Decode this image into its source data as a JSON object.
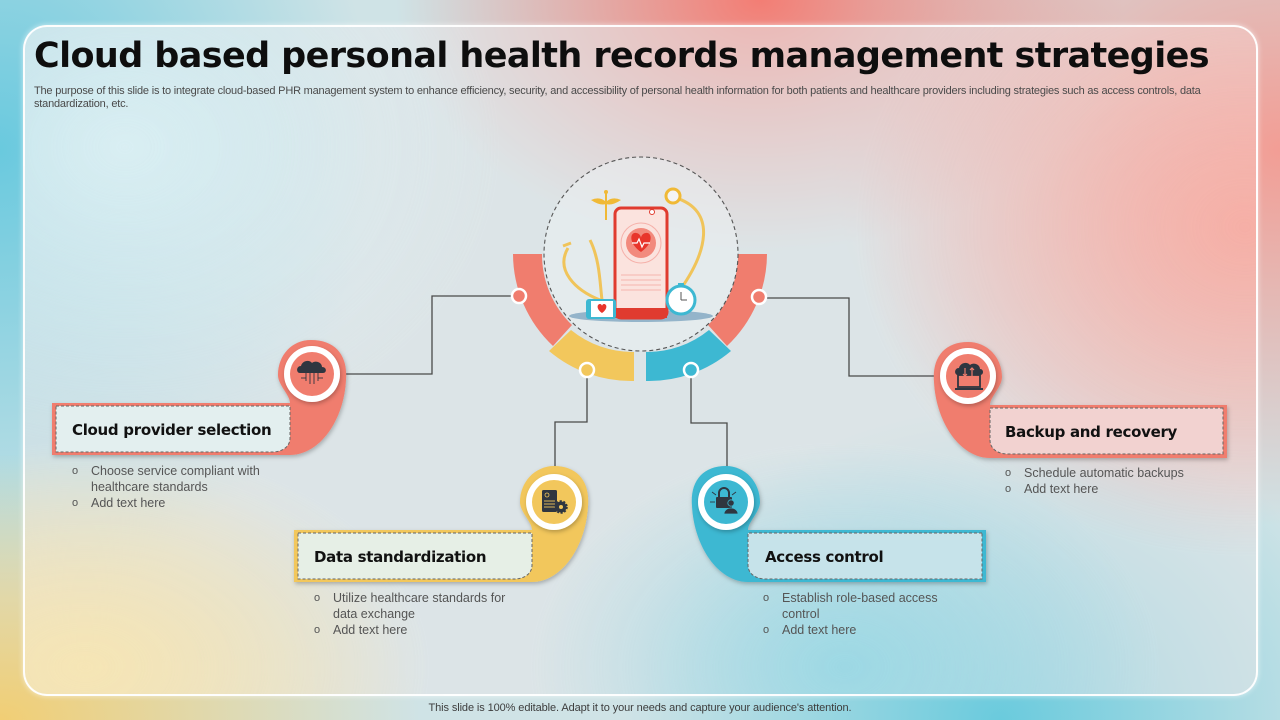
{
  "slide": {
    "title": "Cloud based personal health records management strategies",
    "subtitle": "The purpose of this slide is to integrate cloud-based PHR management system to enhance efficiency, security, and accessibility of personal health information for both patients and healthcare providers including strategies such as access controls, data standardization, etc.",
    "footer": "This slide is 100% editable. Adapt it to your needs and capture your audience's attention."
  },
  "colors": {
    "coral": "#F07D6E",
    "yellow": "#F2C75C",
    "teal": "#3DB8D2",
    "icon_dark": "#2f3640",
    "line": "#4a4a4a"
  },
  "center": {
    "icon": "smartphone-health-app-illustration",
    "elements": [
      "caduceus-icon",
      "stethoscope-icon",
      "heart-rate-icon",
      "alarm-clock-icon",
      "health-monitor-icon"
    ]
  },
  "strategies": [
    {
      "label": "Cloud provider selection",
      "icon": "cloud-network-icon",
      "color": "coral",
      "bullets": [
        "Choose service compliant with healthcare standards",
        "Add text here"
      ]
    },
    {
      "label": "Data standardization",
      "icon": "document-gear-icon",
      "color": "yellow",
      "bullets": [
        "Utilize healthcare standards for data exchange",
        "Add text here"
      ]
    },
    {
      "label": "Access control",
      "icon": "lock-user-icon",
      "color": "teal",
      "bullets": [
        "Establish role-based access control",
        "Add text here"
      ]
    },
    {
      "label": "Backup and recovery",
      "icon": "cloud-backup-laptop-icon",
      "color": "coral",
      "bullets": [
        "Schedule automatic backups",
        "Add text here"
      ]
    }
  ]
}
